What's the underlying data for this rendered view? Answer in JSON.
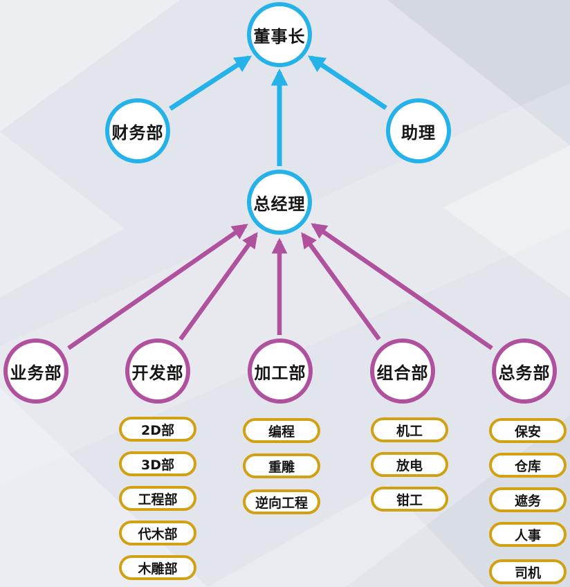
{
  "colors": {
    "cyan_accent": "#25b2e8",
    "magenta_accent": "#b0519e",
    "gold_accent": "#d2a013",
    "background": "#e2e5ec",
    "text": "#151515"
  },
  "nodes": {
    "chairman": {
      "label": "董事长"
    },
    "finance": {
      "label": "财务部"
    },
    "assistant": {
      "label": "助理"
    },
    "general_manager": {
      "label": "总经理"
    },
    "business": {
      "label": "业务部"
    },
    "development": {
      "label": "开发部"
    },
    "processing": {
      "label": "加工部"
    },
    "assembly": {
      "label": "组合部"
    },
    "general_affairs": {
      "label": "总务部"
    }
  },
  "sub_departments": {
    "development": [
      "2D部",
      "3D部",
      "工程部",
      "代木部",
      "木雕部"
    ],
    "processing": [
      "编程",
      "重雕",
      "逆向工程"
    ],
    "assembly": [
      "机工",
      "放电",
      "钳工"
    ],
    "general_affairs": [
      "保安",
      "仓库",
      "遮务",
      "人事",
      "司机"
    ]
  },
  "edges": [
    {
      "from": "财务部",
      "to": "董事长",
      "color": "cyan"
    },
    {
      "from": "助理",
      "to": "董事长",
      "color": "cyan"
    },
    {
      "from": "总经理",
      "to": "董事长",
      "color": "cyan"
    },
    {
      "from": "业务部",
      "to": "总经理",
      "color": "magenta"
    },
    {
      "from": "开发部",
      "to": "总经理",
      "color": "magenta"
    },
    {
      "from": "加工部",
      "to": "总经理",
      "color": "magenta"
    },
    {
      "from": "组合部",
      "to": "总经理",
      "color": "magenta"
    },
    {
      "from": "总务部",
      "to": "总经理",
      "color": "magenta"
    }
  ]
}
